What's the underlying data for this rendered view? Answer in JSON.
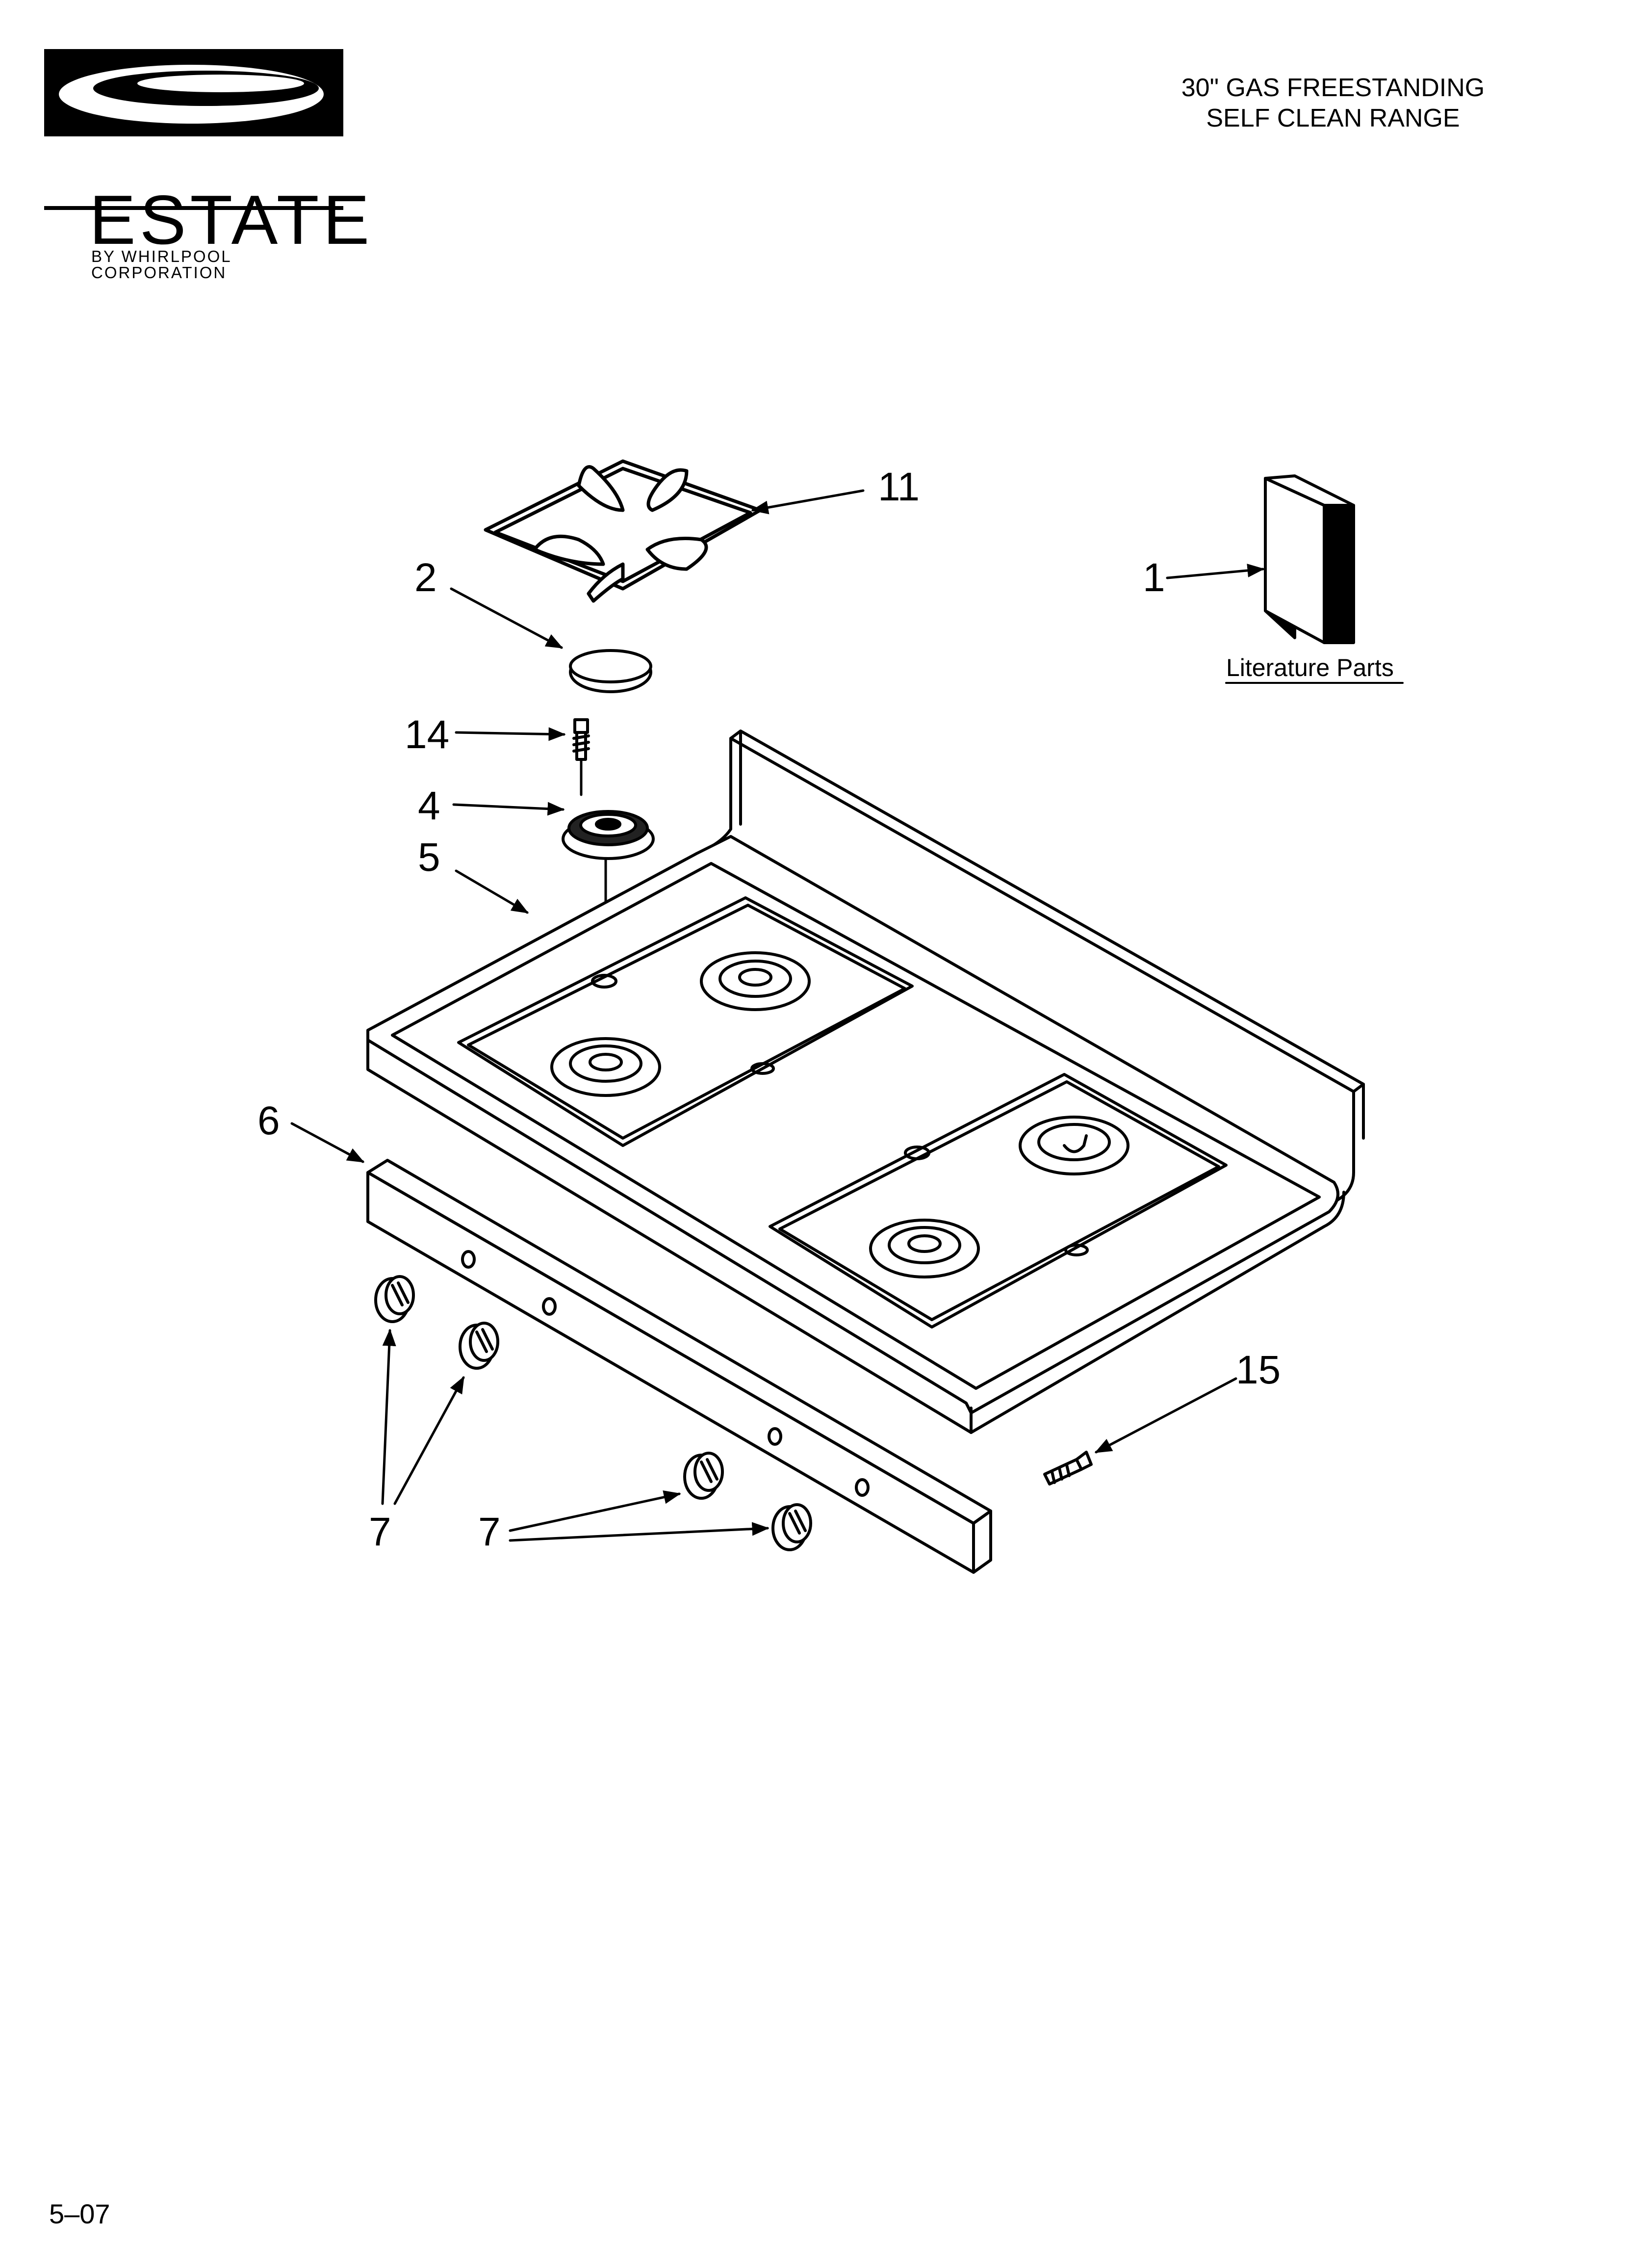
{
  "brand": {
    "name": "ESTATE",
    "tagline": "BY WHIRLPOOL CORPORATION"
  },
  "header": {
    "title_line1": "30\" GAS FREESTANDING",
    "title_line2": "SELF CLEAN RANGE"
  },
  "diagram": {
    "callouts": {
      "c11": "11",
      "c1": "1",
      "c2": "2",
      "c14": "14",
      "c4": "4",
      "c5": "5",
      "c6": "6",
      "c15": "15",
      "c7a": "7",
      "c7b": "7"
    },
    "literature_label": "Literature Parts"
  },
  "footer": {
    "page_code": "5–07"
  }
}
